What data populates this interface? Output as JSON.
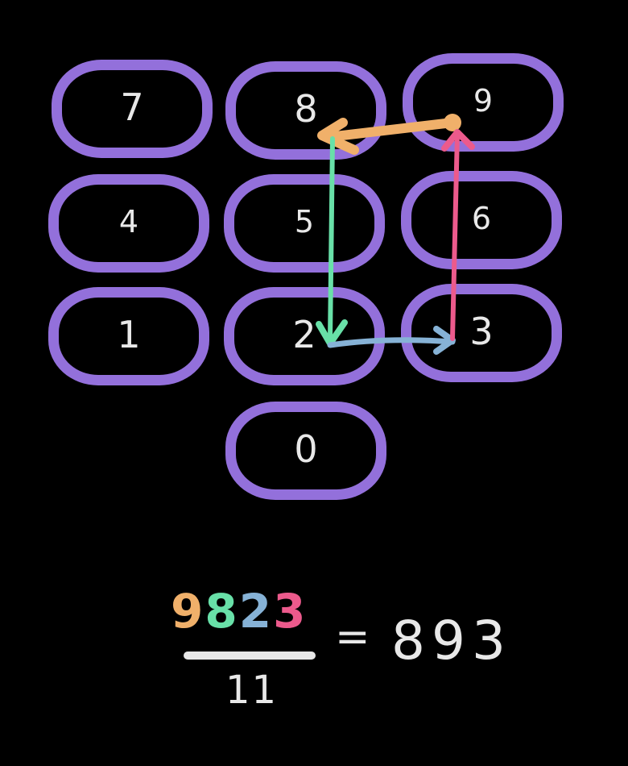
{
  "keypad": {
    "border_color": "#9370db",
    "digit_color": "#e8e8e8",
    "keys": [
      {
        "label": "7",
        "row": 0,
        "col": 0
      },
      {
        "label": "8",
        "row": 0,
        "col": 1
      },
      {
        "label": "9",
        "row": 0,
        "col": 2
      },
      {
        "label": "4",
        "row": 1,
        "col": 0
      },
      {
        "label": "5",
        "row": 1,
        "col": 1
      },
      {
        "label": "6",
        "row": 1,
        "col": 2
      },
      {
        "label": "1",
        "row": 2,
        "col": 0
      },
      {
        "label": "2",
        "row": 2,
        "col": 1
      },
      {
        "label": "3",
        "row": 2,
        "col": 2
      },
      {
        "label": "0",
        "row": 3,
        "col": 1
      }
    ]
  },
  "path": {
    "sequence": [
      "9",
      "8",
      "2",
      "3"
    ],
    "segments": [
      {
        "from": "9",
        "to": "8",
        "color": "#f0b06a"
      },
      {
        "from": "8",
        "to": "2",
        "color": "#68e0a8"
      },
      {
        "from": "2",
        "to": "3",
        "color": "#86b2d6"
      },
      {
        "from": "3",
        "to": "9",
        "color": "#ec5a8c"
      }
    ]
  },
  "equation": {
    "numerator_digits": [
      {
        "digit": "9",
        "color": "#f0b06a"
      },
      {
        "digit": "8",
        "color": "#68e0a8"
      },
      {
        "digit": "2",
        "color": "#86b2d6"
      },
      {
        "digit": "3",
        "color": "#ec5a8c"
      }
    ],
    "denominator": "11",
    "equals": "=",
    "result": "893"
  }
}
